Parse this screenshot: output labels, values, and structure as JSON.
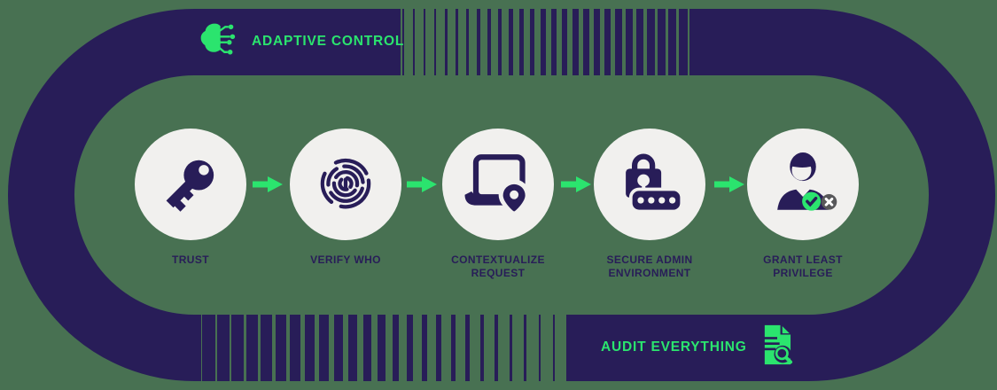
{
  "colors": {
    "background": "#487152",
    "band": "#281d58",
    "accent_green": "#2be46e",
    "circle_fill": "#f1f0ee",
    "deny_badge_gray": "#58585a"
  },
  "top_banner": {
    "label": "ADAPTIVE CONTROL",
    "icon": "brain-circuit-icon"
  },
  "bottom_banner": {
    "label": "AUDIT EVERYTHING",
    "icon": "audit-document-icon"
  },
  "steps": [
    {
      "label": "TRUST",
      "icon": "key-icon"
    },
    {
      "label": "VERIFY WHO",
      "icon": "fingerprint-icon"
    },
    {
      "label": "CONTEXTUALIZE REQUEST",
      "icon": "laptop-location-icon"
    },
    {
      "label": "SECURE ADMIN ENVIRONMENT",
      "icon": "lock-password-icon"
    },
    {
      "label": "GRANT LEAST PRIVILEGE",
      "icon": "user-approval-icon"
    }
  ],
  "flow": {
    "direction": "left-to-right",
    "arrow_count": 4
  }
}
